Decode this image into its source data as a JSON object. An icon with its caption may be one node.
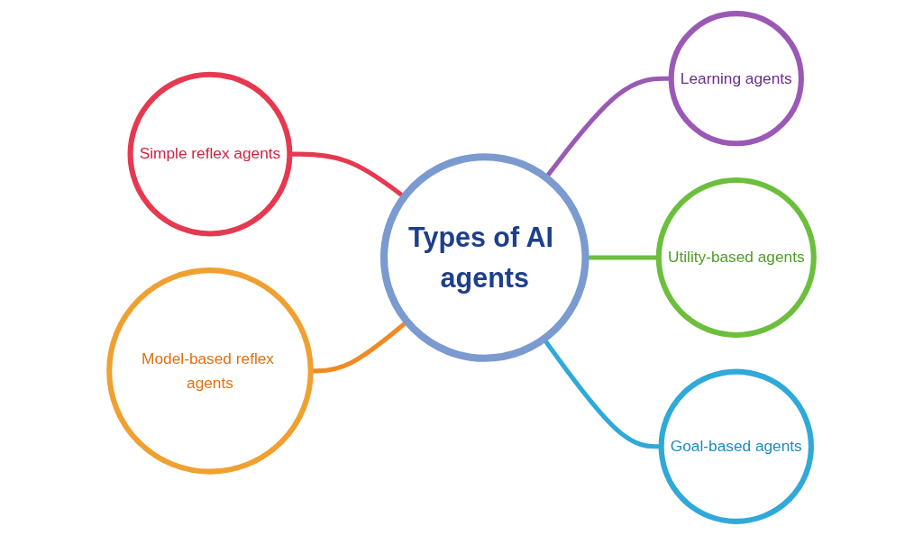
{
  "diagram": {
    "nodes": [
      {
        "text": [
          "Learning agents"
        ]
      },
      {
        "text": [
          "Simple reflex agents"
        ]
      },
      {
        "text": [
          "Utility-based agents"
        ]
      },
      {
        "text": [
          "Types of AI agents"
        ]
      },
      {
        "text": [
          "Model-based reflex agents"
        ]
      },
      {
        "text": [
          "Goal-based agents"
        ]
      }
    ],
    "edges": [
      {
        "from": 1,
        "to": 3,
        "arrow": "none",
        "color": "#e63950"
      },
      {
        "from": 4,
        "to": 3,
        "arrow": "none",
        "color": "#f08a24"
      },
      {
        "from": 3,
        "to": 0,
        "arrow": "none",
        "color": "#9b59b6"
      },
      {
        "from": 3,
        "to": 2,
        "arrow": "none",
        "color": "#6cbf3c"
      },
      {
        "from": 3,
        "to": 5,
        "arrow": "none",
        "color": "#2fa9d8"
      }
    ]
  }
}
